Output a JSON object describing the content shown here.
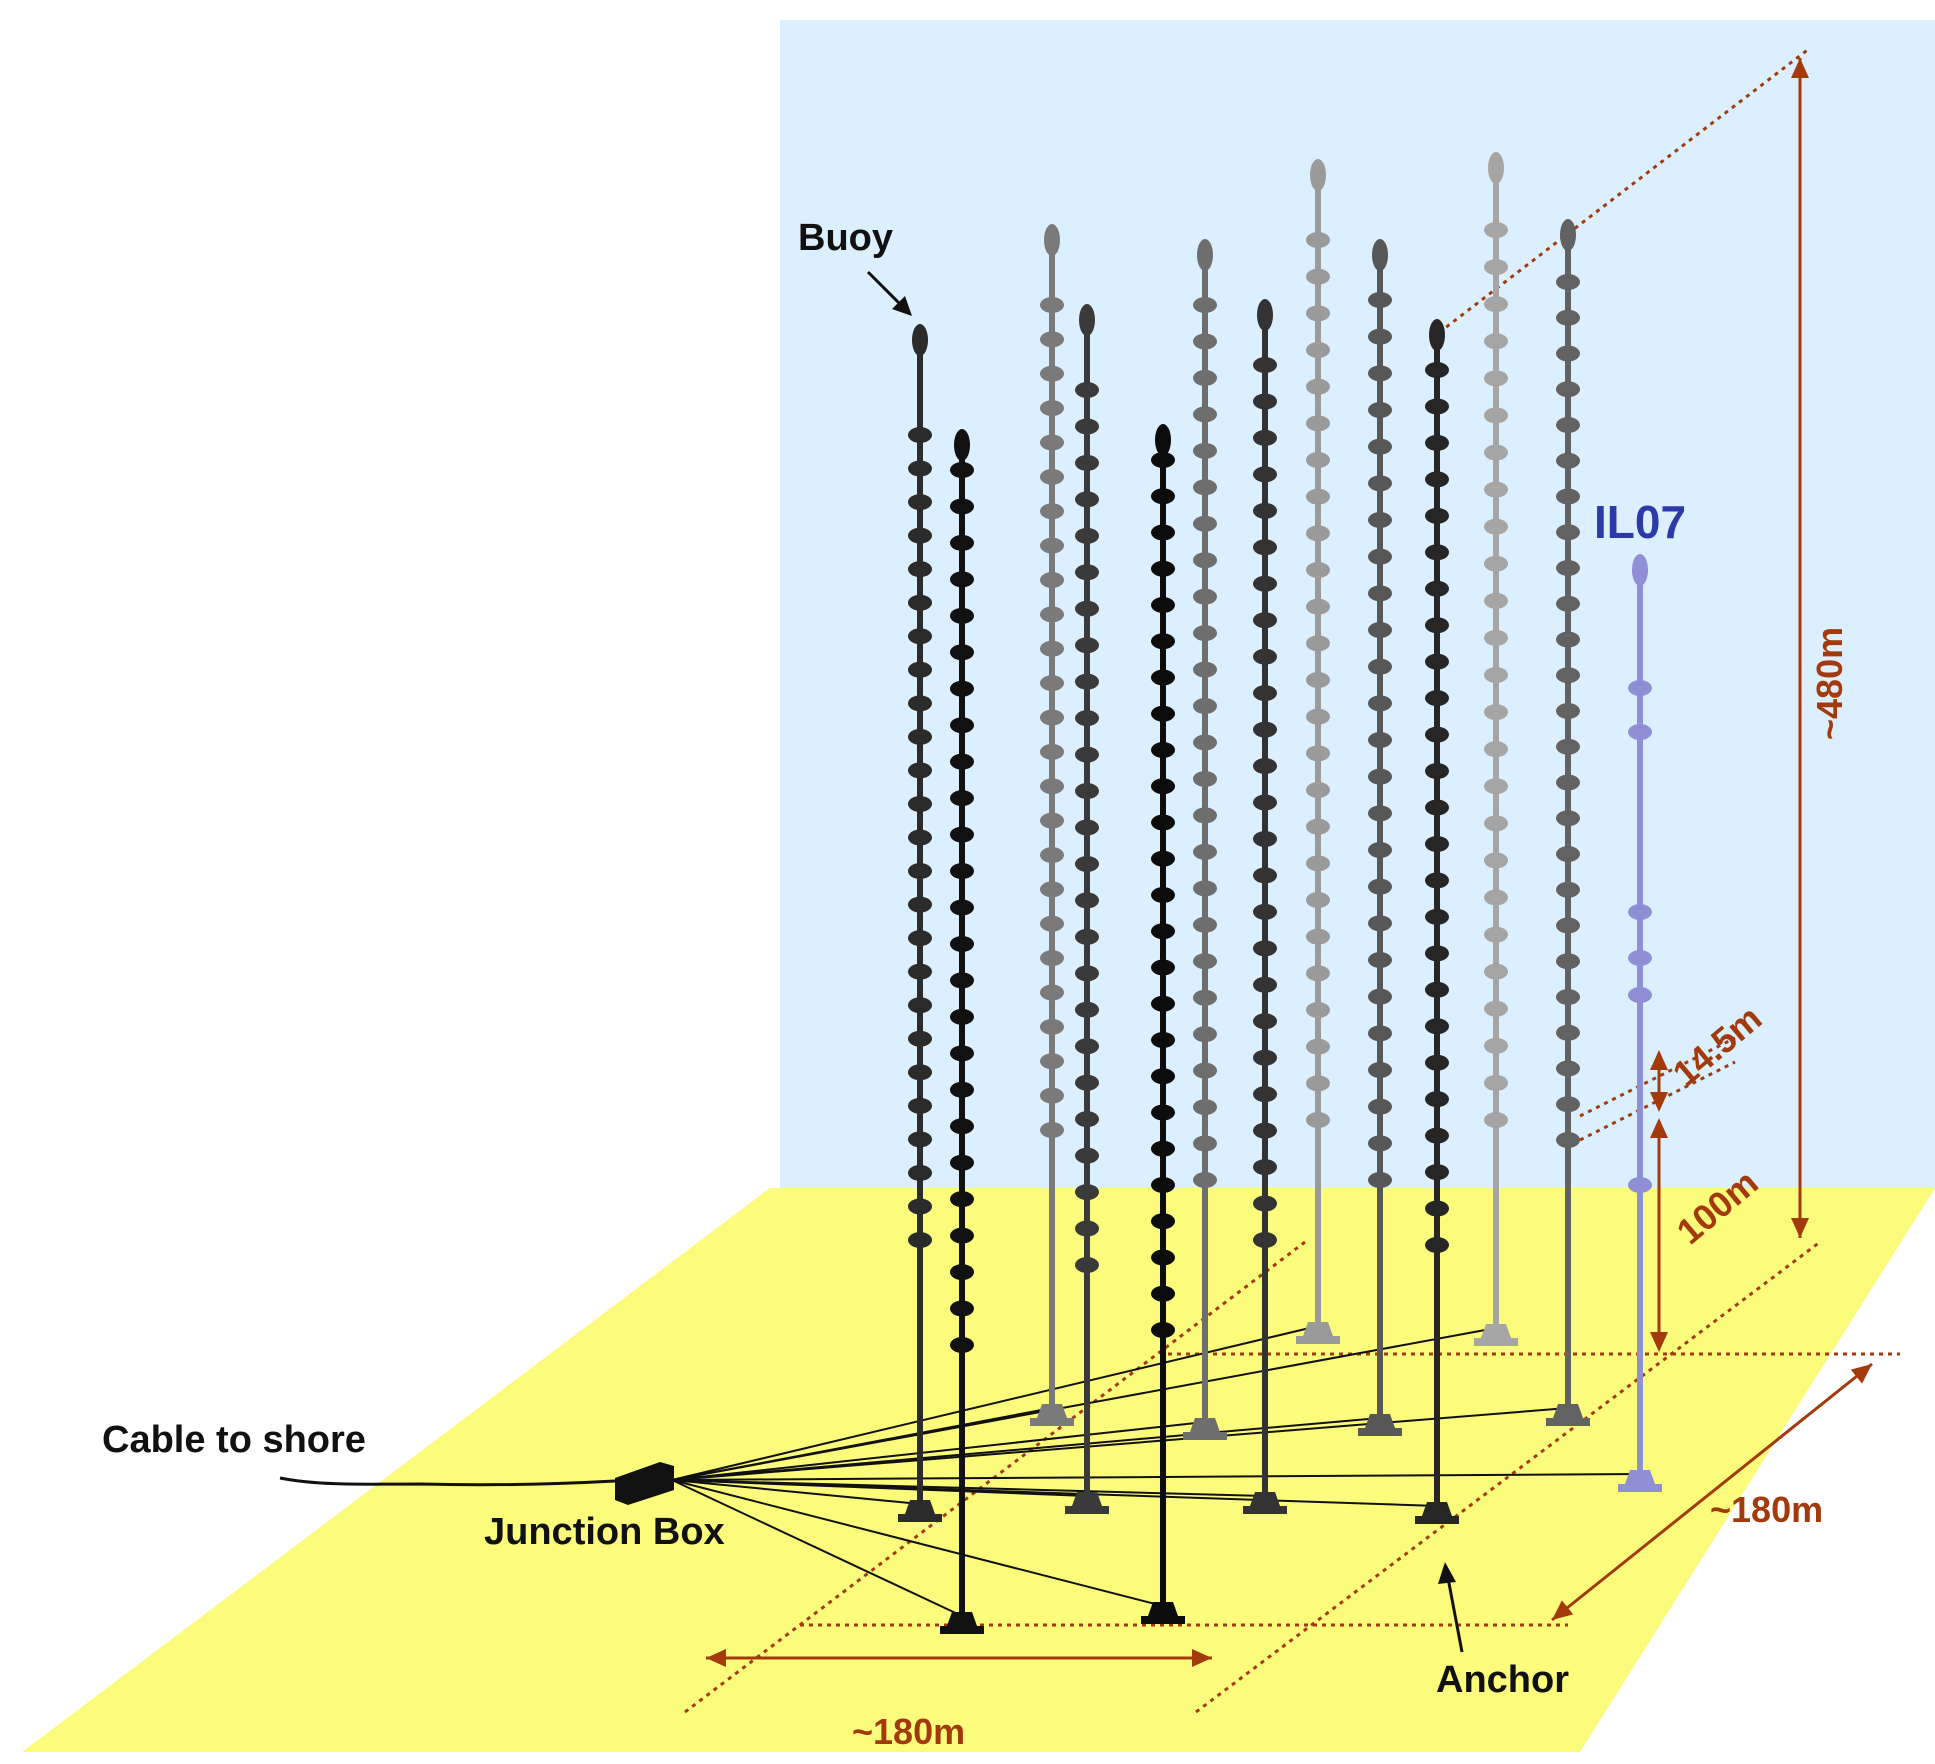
{
  "labels": {
    "buoy": "Buoy",
    "cable_to_shore": "Cable to shore",
    "junction_box": "Junction Box",
    "anchor": "Anchor",
    "il07": "IL07"
  },
  "dimensions": {
    "height_total": "~480m",
    "floor_spacing": "14.5m",
    "lower_gap": "100m",
    "width_depth": "~180m",
    "width_front": "~180m"
  },
  "lines": [
    {
      "id": "L1",
      "tone": "#2b2b2b",
      "storeys": 25
    },
    {
      "id": "L2",
      "tone": "#111111",
      "storeys": 25
    },
    {
      "id": "L3",
      "tone": "#7a7a7a",
      "storeys": 25
    },
    {
      "id": "L4",
      "tone": "#3a3a3a",
      "storeys": 25
    },
    {
      "id": "L5",
      "tone": "#0c0c0c",
      "storeys": 25
    },
    {
      "id": "L6",
      "tone": "#6e6e6e",
      "storeys": 25
    },
    {
      "id": "L7",
      "tone": "#333333",
      "storeys": 25
    },
    {
      "id": "L8",
      "tone": "#9a9a9a",
      "storeys": 25
    },
    {
      "id": "L9",
      "tone": "#575757",
      "storeys": 25
    },
    {
      "id": "L10",
      "tone": "#262626",
      "storeys": 25
    },
    {
      "id": "L11",
      "tone": "#a5a5a5",
      "storeys": 25
    },
    {
      "id": "L12",
      "tone": "#626262",
      "storeys": 25
    },
    {
      "id": "IL07",
      "tone": "#8f8fd6",
      "storeys": 6
    }
  ],
  "colors": {
    "water": "#dcefff",
    "seabed": "#fbfb7c",
    "dimension": "#a33a0c",
    "il07": "#2c3aa8"
  }
}
